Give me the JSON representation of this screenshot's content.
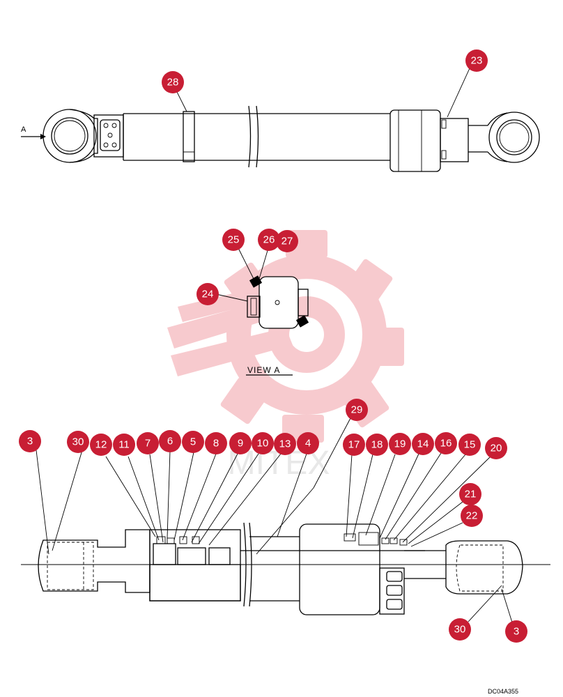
{
  "drawing": {
    "view_label": "VIEW A",
    "arrow_label": "A",
    "drawing_code": "DC04A355",
    "watermark": "MITEX"
  },
  "callouts": {
    "c3a": "3",
    "c30a": "30",
    "c12": "12",
    "c11": "11",
    "c7": "7",
    "c6": "6",
    "c5": "5",
    "c8": "8",
    "c9": "9",
    "c10": "10",
    "c13": "13",
    "c4": "4",
    "c29": "29",
    "c17": "17",
    "c18": "18",
    "c19": "19",
    "c14": "14",
    "c16": "16",
    "c15": "15",
    "c20": "20",
    "c21": "21",
    "c22": "22",
    "c30b": "30",
    "c3b": "3",
    "c23": "23",
    "c28": "28",
    "c25": "25",
    "c26": "26",
    "c27": "27",
    "c24": "24"
  },
  "colors": {
    "callout": "#c81e34",
    "watermark": "#f4b3b8"
  }
}
